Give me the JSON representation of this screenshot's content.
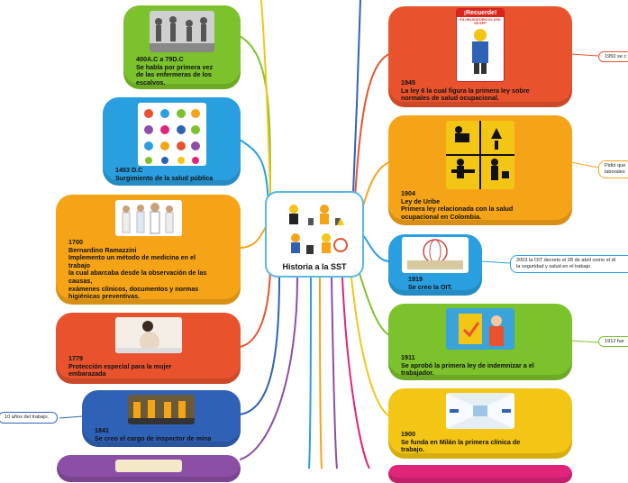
{
  "center": {
    "title": "Historia a la SST"
  },
  "left_nodes": [
    {
      "text": "400A.C a 79D.C\nSe habla por primera vez\nde las enfermeras de los\nescalvos."
    },
    {
      "text": "1453 D.C\nSurgimiento de la salud pública"
    },
    {
      "text": "1700\nBernardino Ramazzini\nImplemento un método de medicina en el\ntrabajo\nla cual abarcaba desde la observación de las\ncausas,\nexámenes clínicos, documentos y normas\nhigiénicas preventivas."
    },
    {
      "text": "1779\nProtección especial para la mujer\nembarazada"
    },
    {
      "text": "1841\nSe creo el cargo de inspector de mina"
    }
  ],
  "right_nodes": [
    {
      "text": "1945\nLa ley 6 la cual figura la primera ley sobre\nnormales de salud ocupacional.",
      "poster": {
        "title": "¡Recuerde!",
        "subtitle": "ES OBLIGATORIO EL USO DE EPP"
      }
    },
    {
      "text": "1904\nLey de Uribe\nPrimera ley relacionada con la salud\nocupacional en Colombia."
    },
    {
      "text": "1919\nSe creo la OIT."
    },
    {
      "text": "1911\nSe aprobó la primera ley de indemnizar a el\ntrabajador."
    },
    {
      "text": "1900\nSe funda en Milán la primera clínica de\ntrabajo."
    }
  ],
  "notes": [
    {
      "text": "1950 se c"
    },
    {
      "text": "Pidió que\nlaborales"
    },
    {
      "text": "2003 la OIT decreto el 28 de abril como el dí\nla seguridad y salud en el trabajo."
    },
    {
      "text": "1912 fue"
    },
    {
      "text": "10 años del trabajo."
    }
  ],
  "colors": {
    "green": "#7cc22c",
    "blue": "#2a9fe0",
    "orange": "#f5a418",
    "red": "#e8532e",
    "navy": "#2f62b6",
    "purple": "#8c4ea6",
    "pink": "#e0247a",
    "yellow": "#f3c514"
  }
}
